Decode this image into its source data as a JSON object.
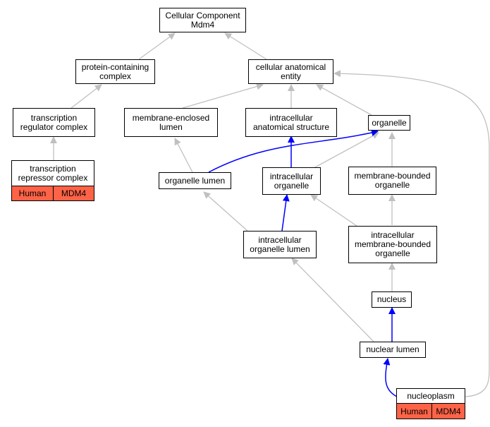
{
  "nodes": {
    "cc_mdm4": "Cellular Component\nMdm4",
    "protein_complex": "protein-containing\ncomplex",
    "cellular_anatomical_entity": "cellular anatomical\nentity",
    "transcription_regulator_complex": "transcription\nregulator complex",
    "membrane_enclosed_lumen": "membrane-enclosed\nlumen",
    "intracellular_anatomical_structure": "intracellular\nanatomical structure",
    "organelle": "organelle",
    "transcription_repressor_complex": "transcription\nrepressor complex",
    "organelle_lumen": "organelle lumen",
    "intracellular_organelle": "intracellular\norganelle",
    "membrane_bounded_organelle": "membrane-bounded\norganelle",
    "intracellular_organelle_lumen": "intracellular\norganelle lumen",
    "intracellular_membrane_bounded_organelle": "intracellular\nmembrane-bounded\norganelle",
    "nucleus": "nucleus",
    "nuclear_lumen": "nuclear lumen",
    "nucleoplasm": "nucleoplasm"
  },
  "annotations": {
    "transcription_repressor_complex": {
      "species": "Human",
      "gene": "MDM4"
    },
    "nucleoplasm": {
      "species": "Human",
      "gene": "MDM4"
    }
  },
  "colors": {
    "gray_edge": "#c0c0c0",
    "blue_edge": "#0000ff",
    "annotation_fill": "#ff6347"
  }
}
